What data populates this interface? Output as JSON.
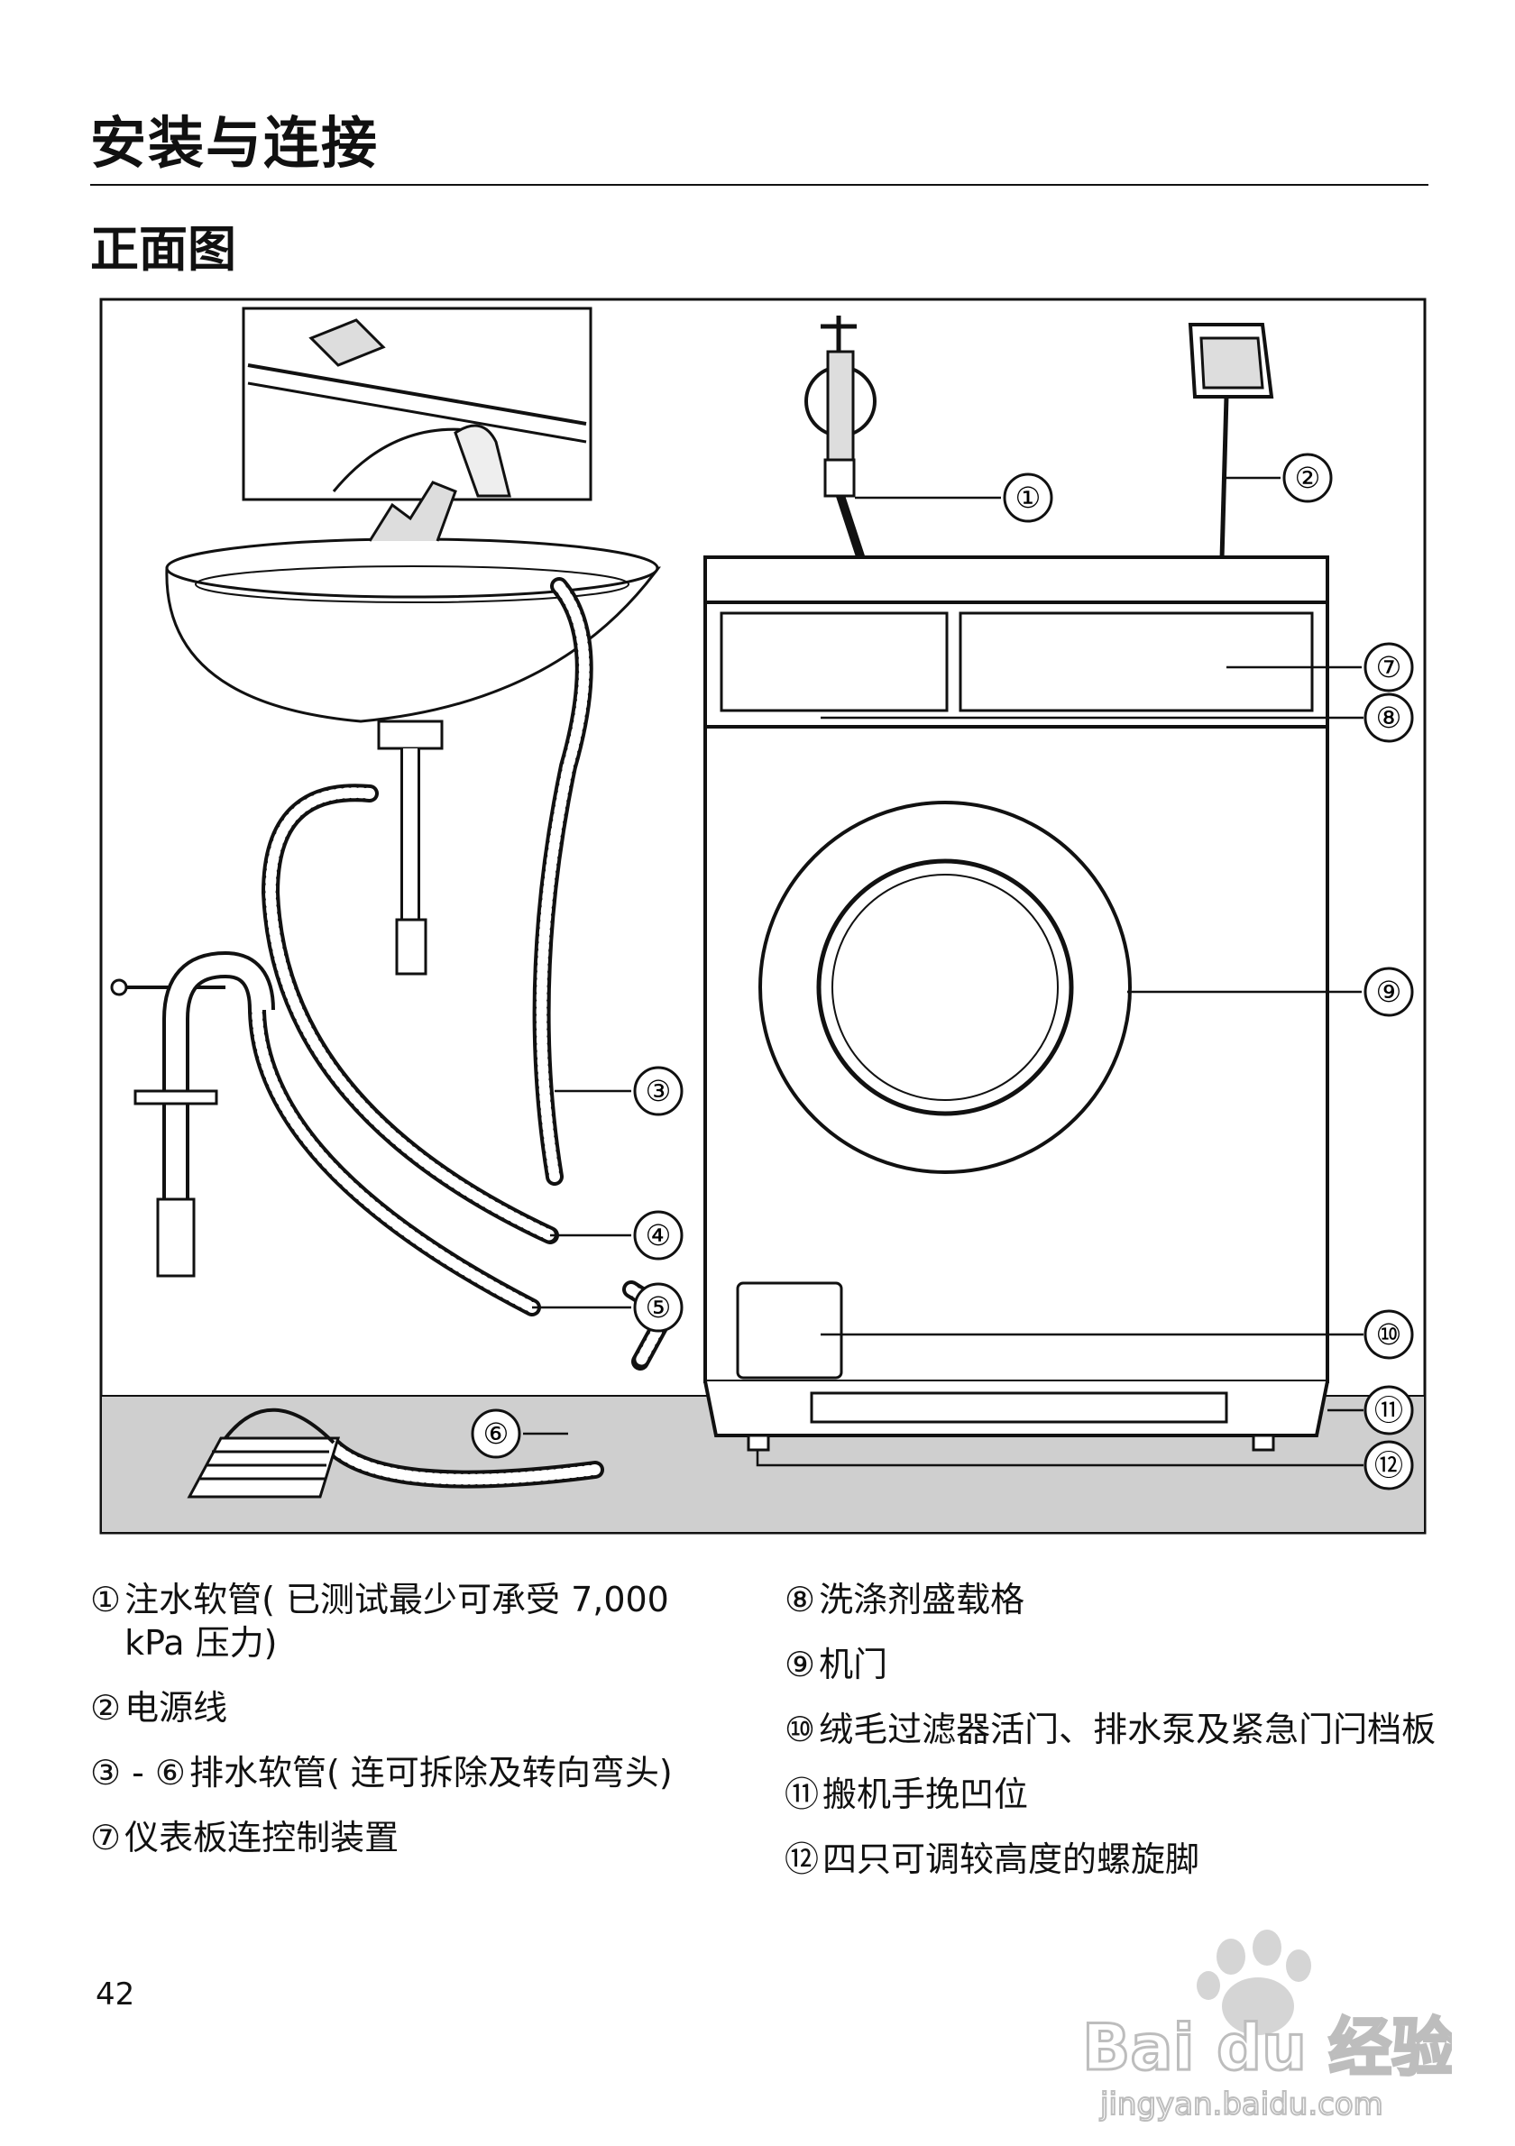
{
  "title": "安装与连接",
  "subtitle": "正面图",
  "figure_callouts": [
    "①",
    "②",
    "③",
    "④",
    "⑤",
    "⑥",
    "⑦",
    "⑧",
    "⑨",
    "⑩",
    "⑪",
    "⑫"
  ],
  "legend_left": [
    {
      "num": "①",
      "text": "注水软管( 已测试最少可承受 7,000 kPa 压力)"
    },
    {
      "num": "②",
      "text": "电源线"
    },
    {
      "num": "③ - ⑥",
      "text": "排水软管( 连可拆除及转向弯头)"
    },
    {
      "num": "⑦",
      "text": "仪表板连控制装置"
    }
  ],
  "legend_right": [
    {
      "num": "⑧",
      "text": "洗涤剂盛载格"
    },
    {
      "num": "⑨",
      "text": "机门"
    },
    {
      "num": "⑩",
      "text": "绒毛过滤器活门、排水泵及紧急门闩档板"
    },
    {
      "num": "⑪",
      "text": "搬机手挽凹位"
    },
    {
      "num": "⑫",
      "text": "四只可调较高度的螺旋脚"
    }
  ],
  "page_number": "42",
  "watermark": {
    "brand": "Bai du 经验",
    "url": "jingyan.baidu.com"
  }
}
